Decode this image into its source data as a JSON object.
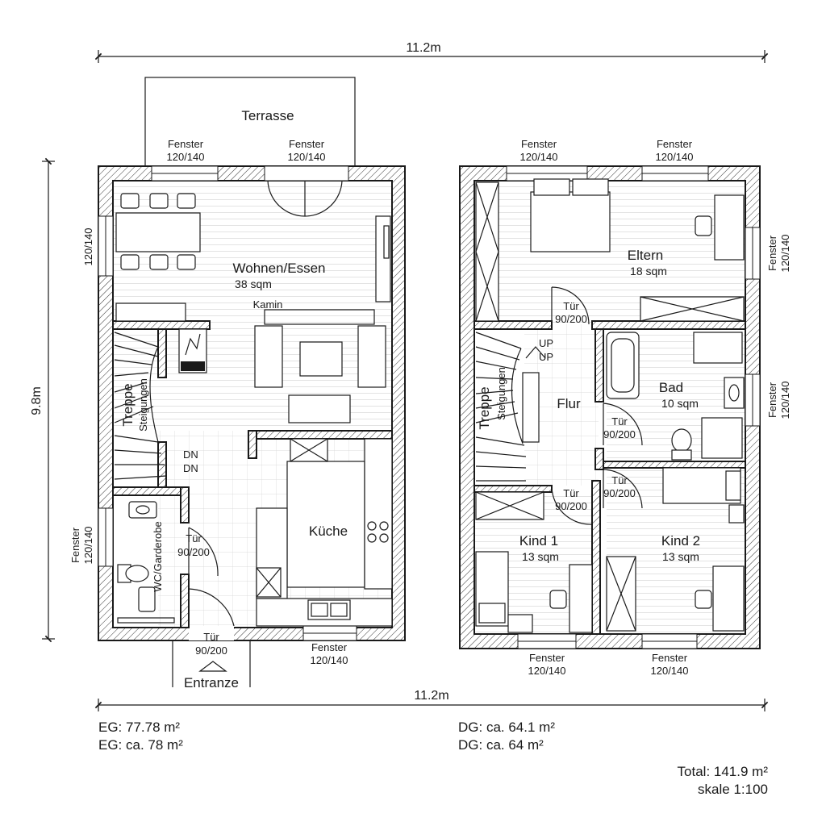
{
  "dimensions": {
    "top_width": "11.2m",
    "bottom_width": "11.2m",
    "height": "9.8m"
  },
  "ground_floor": {
    "terrace": "Terrasse",
    "window_top_left": {
      "label": "Fenster",
      "size": "120/140"
    },
    "window_top_right": {
      "label": "Fenster",
      "size": "120/140"
    },
    "window_left_top": "120/140",
    "window_left_bottom": {
      "label": "Fenster",
      "size": "120/140"
    },
    "window_bottom": {
      "label": "Fenster",
      "size": "120/140"
    },
    "living": {
      "name": "Wohnen/Essen",
      "area": "38 sqm"
    },
    "fireplace": "Kamin",
    "stairs": {
      "name": "Treppe",
      "sub": "Steigungen",
      "dn1": "DN",
      "dn2": "DN"
    },
    "wc": "WC/Garderobe",
    "door_wc": {
      "label": "Tür",
      "size": "90/200"
    },
    "door_entry": {
      "label": "Tür",
      "size": "90/200"
    },
    "entrance": "Entranze",
    "kitchen": "Küche"
  },
  "upper_floor": {
    "window_top_left": {
      "label": "Fenster",
      "size": "120/140"
    },
    "window_top_right": {
      "label": "Fenster",
      "size": "120/140"
    },
    "window_right_top": {
      "label": "Fenster",
      "size": "120/140"
    },
    "window_right_bottom": {
      "label": "Fenster",
      "size": "120/140"
    },
    "window_bottom_left": {
      "label": "Fenster",
      "size": "120/140"
    },
    "window_bottom_right": {
      "label": "Fenster",
      "size": "120/140"
    },
    "parents": {
      "name": "Eltern",
      "area": "18 sqm"
    },
    "door_parents": {
      "label": "Tür",
      "size": "90/200"
    },
    "stairs": {
      "name": "Treppe",
      "sub": "Steigungen",
      "up1": "UP",
      "up2": "UP"
    },
    "hall": "Flur",
    "bath": {
      "name": "Bad",
      "area": "10 sqm"
    },
    "door_bath": {
      "label": "Tür",
      "size": "90/200"
    },
    "door_kid1": {
      "label": "Tür",
      "size": "90/200"
    },
    "door_kid2": {
      "label": "Tür",
      "size": "90/200"
    },
    "kid1": {
      "name": "Kind 1",
      "area": "13 sqm"
    },
    "kid2": {
      "name": "Kind 2",
      "area": "13 sqm"
    }
  },
  "summary": {
    "eg_exact": "EG: 77.78  m²",
    "eg_approx": "EG: ca. 78 m²",
    "dg_exact": "DG: ca. 64.1 m²",
    "dg_approx": "DG: ca. 64 m²",
    "total": "Total: 141.9 m²",
    "scale": "skale 1:100"
  }
}
